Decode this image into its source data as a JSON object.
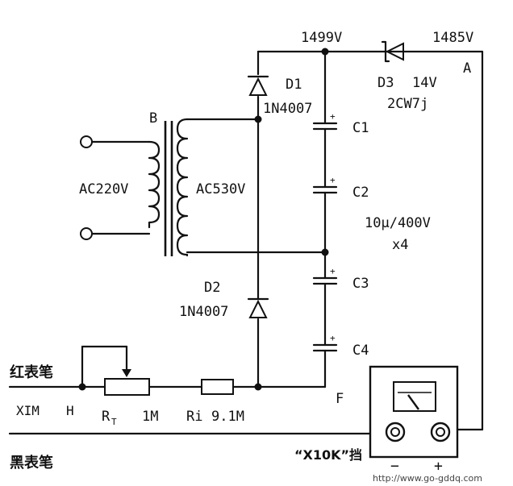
{
  "labels": {
    "v_top": "1499V",
    "v_right": "1485V",
    "node_a": "A",
    "node_b": "B",
    "node_f": "F",
    "node_h": "H",
    "d1": "D1",
    "d1_part": "1N4007",
    "d2": "D2",
    "d2_part": "1N4007",
    "d3": "D3",
    "d3_rating": "14V",
    "d3_part": "2CW7j",
    "c1": "C1",
    "c2": "C2",
    "c3": "C3",
    "c4": "C4",
    "cap_value": "10μ/400V",
    "cap_count": "x4",
    "primary": "AC220V",
    "secondary": "AC530V",
    "red_probe": "红表笔",
    "black_probe": "黑表笔",
    "xim": "XIM",
    "rt": "R",
    "rt_sub": "T",
    "rt_value": "1M",
    "ri": "Ri",
    "ri_value": "9.1M",
    "range": "“X10K”挡",
    "meter_minus": "−",
    "meter_plus": "+",
    "url": "http://www.go-gddq.com"
  }
}
